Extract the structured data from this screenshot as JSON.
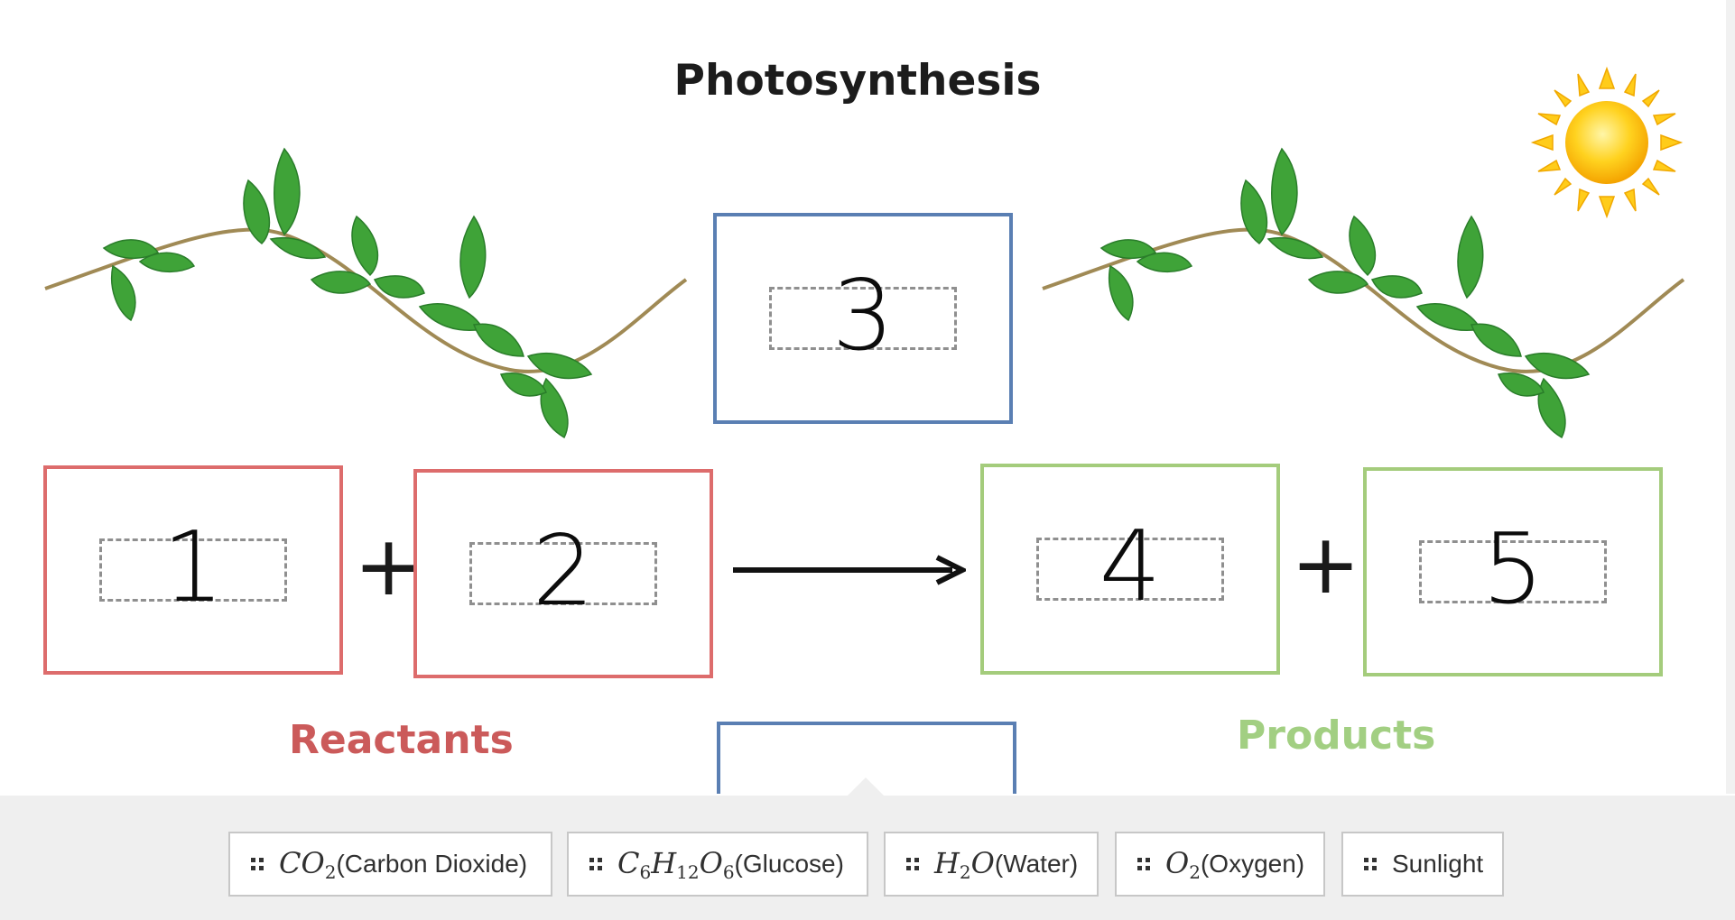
{
  "title": "Photosynthesis",
  "zones": [
    {
      "id": "1",
      "number": "1",
      "group": "reactant",
      "color": "#dd6c6c"
    },
    {
      "id": "2",
      "number": "2",
      "group": "reactant",
      "color": "#dd6c6c"
    },
    {
      "id": "3",
      "number": "3",
      "group": "condition",
      "color": "#5a7fb3"
    },
    {
      "id": "4",
      "number": "4",
      "group": "product",
      "color": "#a4cc7c"
    },
    {
      "id": "5",
      "number": "5",
      "group": "product",
      "color": "#a4cc7c"
    }
  ],
  "operators": {
    "plus": "+"
  },
  "labels": {
    "reactants": "Reactants",
    "products": "Products"
  },
  "choices": [
    {
      "formula": [
        [
          "C",
          ""
        ],
        [
          "O",
          "2"
        ]
      ],
      "name": "(Carbon Dioxide)"
    },
    {
      "formula": [
        [
          "C",
          "6"
        ],
        [
          "H",
          "12"
        ],
        [
          "O",
          "6"
        ]
      ],
      "name": "(Glucose)"
    },
    {
      "formula": [
        [
          "H",
          "2"
        ],
        [
          "O",
          ""
        ]
      ],
      "name": "(Water)"
    },
    {
      "formula": [
        [
          "O",
          "2"
        ]
      ],
      "name": "(Oxygen)"
    },
    {
      "formula": [],
      "name": "Sunlight"
    }
  ],
  "icons": {
    "sun": "sun-icon",
    "grip": "drag-handle-icon",
    "vine": "vine-illustration"
  }
}
